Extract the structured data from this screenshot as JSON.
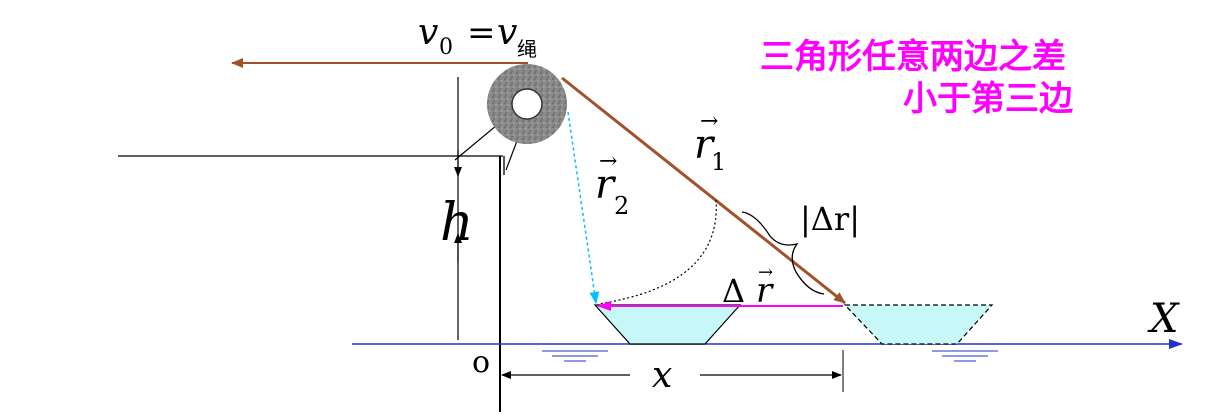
{
  "labels": {
    "v0_main": "v",
    "v0_sub": "0",
    "equals": "=",
    "v_rope_main": "v",
    "v_rope_sub": "绳",
    "h": "h",
    "origin": "o",
    "x_axis": "X",
    "x_distance": "x",
    "r1_main": "r",
    "r1_sub": "1",
    "r2_main": "r",
    "r2_sub": "2",
    "delta_r_abs": "|Δr|",
    "delta_r_delta": "Δ",
    "delta_r_main": "r"
  },
  "note": {
    "line1": "三角形任意两边之差",
    "line2": "小于第三边"
  },
  "colors": {
    "rope": "#a0522d",
    "axis": "#2233cc",
    "delta": "#ff00ff",
    "dotted": "#00bfff",
    "boat_fill": "#c8f7f7",
    "note": "#ff00ff"
  }
}
